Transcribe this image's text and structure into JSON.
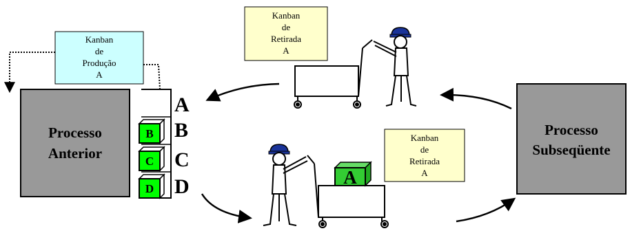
{
  "processes": {
    "previous": {
      "line1": "Processo",
      "line2": "Anterior"
    },
    "next": {
      "line1": "Processo",
      "line2": "Subseqüente"
    }
  },
  "kanban_production": {
    "line1": "Kanban",
    "line2": "de",
    "line3": "Produção",
    "line4": "A"
  },
  "kanban_withdrawal_top": {
    "line1": "Kanban",
    "line2": "de",
    "line3": "Retirada",
    "line4": "A"
  },
  "kanban_withdrawal_bottom": {
    "line1": "Kanban",
    "line2": "de",
    "line3": "Retirada",
    "line4": "A"
  },
  "slots": [
    "A",
    "B",
    "C",
    "D"
  ],
  "stock_boxes": [
    "B",
    "C",
    "D"
  ],
  "cart_box": "A",
  "colors": {
    "process_fill": "#999999",
    "kanban_production_fill": "#ccffff",
    "kanban_withdrawal_fill": "#ffffcc",
    "box_green": "#00ff00",
    "cart_box_green": "#33cc33",
    "helmet": "#1a3399"
  }
}
